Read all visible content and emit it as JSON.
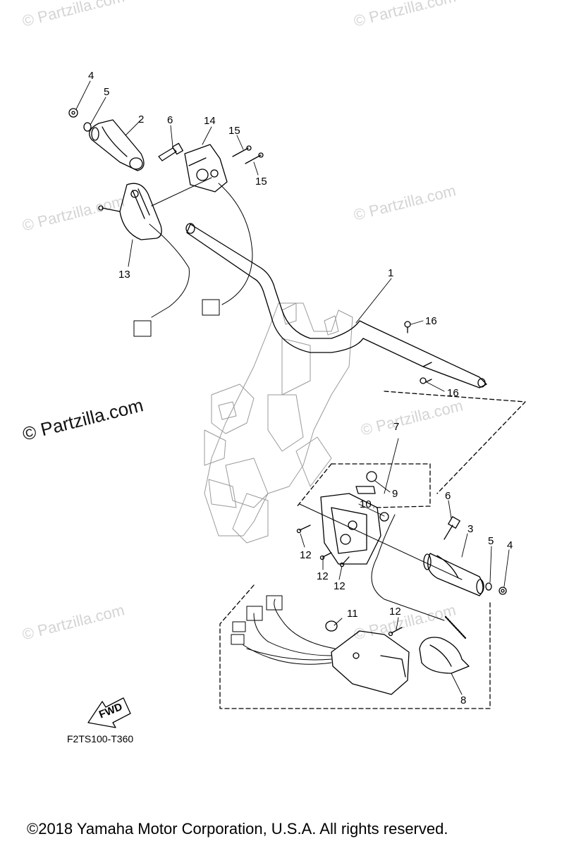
{
  "watermarks": {
    "brand": "© Partzilla.com",
    "brand_faint": "© Partzilla.com"
  },
  "callouts": [
    "1",
    "2",
    "3",
    "4",
    "4",
    "5",
    "5",
    "6",
    "6",
    "7",
    "8",
    "9",
    "10",
    "11",
    "12",
    "12",
    "12",
    "12",
    "13",
    "14",
    "15",
    "15",
    "16",
    "16"
  ],
  "fwd_label": "FWD",
  "diagram_code": "F2TS100-T360",
  "copyright": "©2018  Yamaha Motor Corporation, U.S.A. All rights reserved."
}
